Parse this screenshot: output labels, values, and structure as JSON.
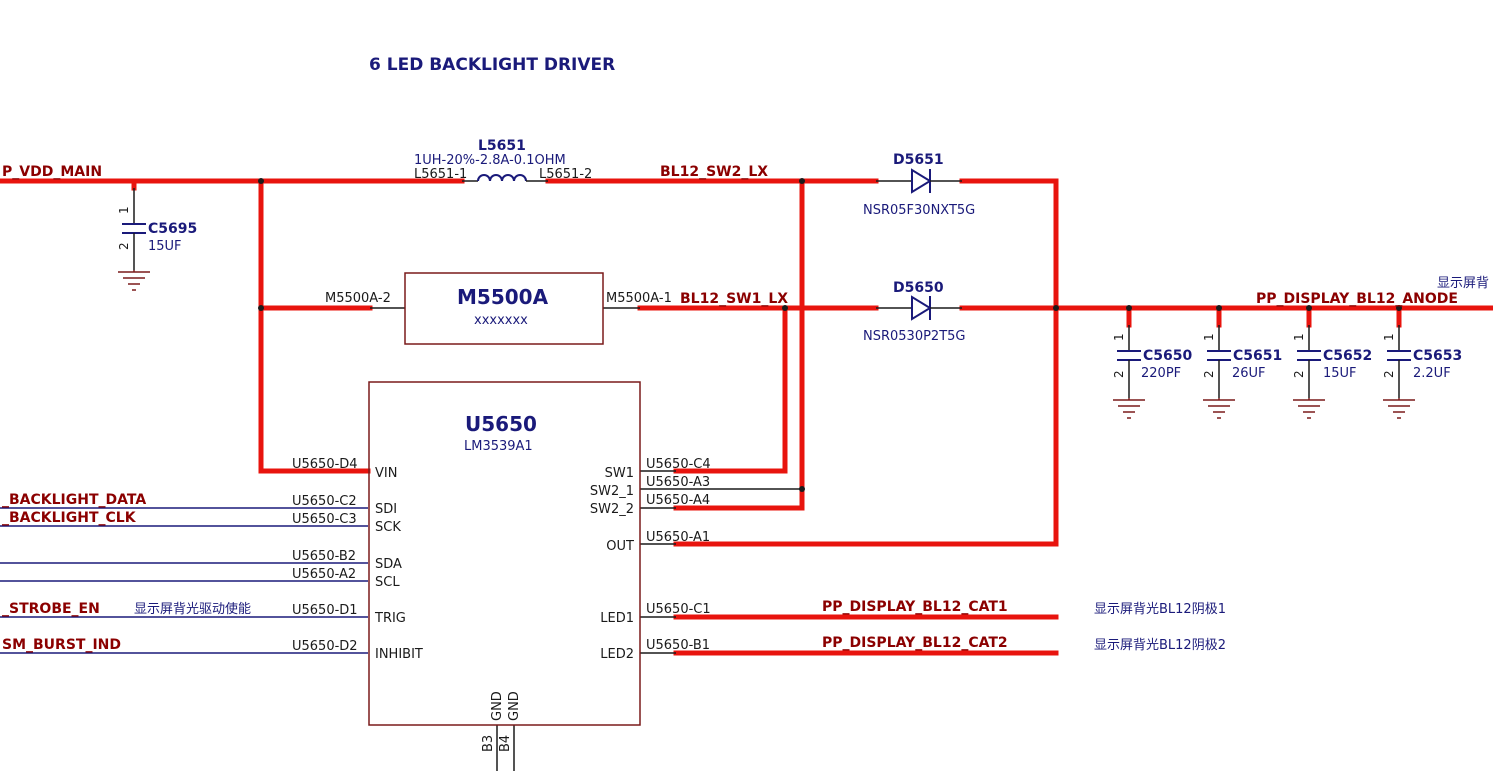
{
  "title": "6 LED BACKLIGHT DRIVER",
  "nets": {
    "vdd_main": "P_VDD_MAIN",
    "sw2_lx": "BL12_SW2_LX",
    "sw1_lx": "BL12_SW1_LX",
    "anode": "PP_DISPLAY_BL12_ANODE",
    "anode_cn": "显示屏背",
    "bl_data": "_BACKLIGHT_DATA",
    "bl_clk": "_BACKLIGHT_CLK",
    "strobe_en": "_STROBE_EN",
    "strobe_en_cn": "显示屏背光驱动使能",
    "burst_ind": "SM_BURST_IND",
    "cat1": "PP_DISPLAY_BL12_CAT1",
    "cat1_cn": "显示屏背光BL12阴极1",
    "cat2": "PP_DISPLAY_BL12_CAT2",
    "cat2_cn": "显示屏背光BL12阴极2"
  },
  "inductor": {
    "ref": "L5651",
    "value": "1UH-20%-2.8A-0.1OHM",
    "pin1": "L5651-1",
    "pin2": "L5651-2"
  },
  "m5500a": {
    "ref": "M5500A",
    "value": "xxxxxxx",
    "pin1": "M5500A-1",
    "pin2": "M5500A-2"
  },
  "diodes": [
    {
      "ref": "D5651",
      "part": "NSR05F30NXT5G"
    },
    {
      "ref": "D5650",
      "part": "NSR0530P2T5G"
    }
  ],
  "capacitors": [
    {
      "ref": "C5695",
      "value": "15UF",
      "pin1": "1",
      "pin2": "2"
    },
    {
      "ref": "C5650",
      "value": "220PF",
      "pin1": "1",
      "pin2": "2"
    },
    {
      "ref": "C5651",
      "value": "26UF",
      "pin1": "1",
      "pin2": "2"
    },
    {
      "ref": "C5652",
      "value": "15UF",
      "pin1": "1",
      "pin2": "2"
    },
    {
      "ref": "C5653",
      "value": "2.2UF",
      "pin1": "1",
      "pin2": "2"
    }
  ],
  "ic": {
    "ref": "U5650",
    "part": "LM3539A1",
    "left_pins": [
      {
        "ball": "U5650-D4",
        "name": "VIN"
      },
      {
        "ball": "U5650-C2",
        "name": "SDI"
      },
      {
        "ball": "U5650-C3",
        "name": "SCK"
      },
      {
        "ball": "U5650-B2",
        "name": "SDA"
      },
      {
        "ball": "U5650-A2",
        "name": "SCL"
      },
      {
        "ball": "U5650-D1",
        "name": "TRIG"
      },
      {
        "ball": "U5650-D2",
        "name": "INHIBIT"
      }
    ],
    "right_pins": [
      {
        "ball": "U5650-C4",
        "name": "SW1"
      },
      {
        "ball": "U5650-A3",
        "name": "SW2_1"
      },
      {
        "ball": "U5650-A4",
        "name": "SW2_2"
      },
      {
        "ball": "U5650-A1",
        "name": "OUT"
      },
      {
        "ball": "U5650-C1",
        "name": "LED1"
      },
      {
        "ball": "U5650-B1",
        "name": "LED2"
      }
    ],
    "bottom_pins": [
      {
        "ball": "B3",
        "name": "GND"
      },
      {
        "ball": "B4",
        "name": "GND"
      }
    ]
  },
  "colors": {
    "power_wire": "#e8140e",
    "signal_wire": "#1a1a7a",
    "net_label": "#8b0000",
    "component": "#7a1a1a"
  }
}
